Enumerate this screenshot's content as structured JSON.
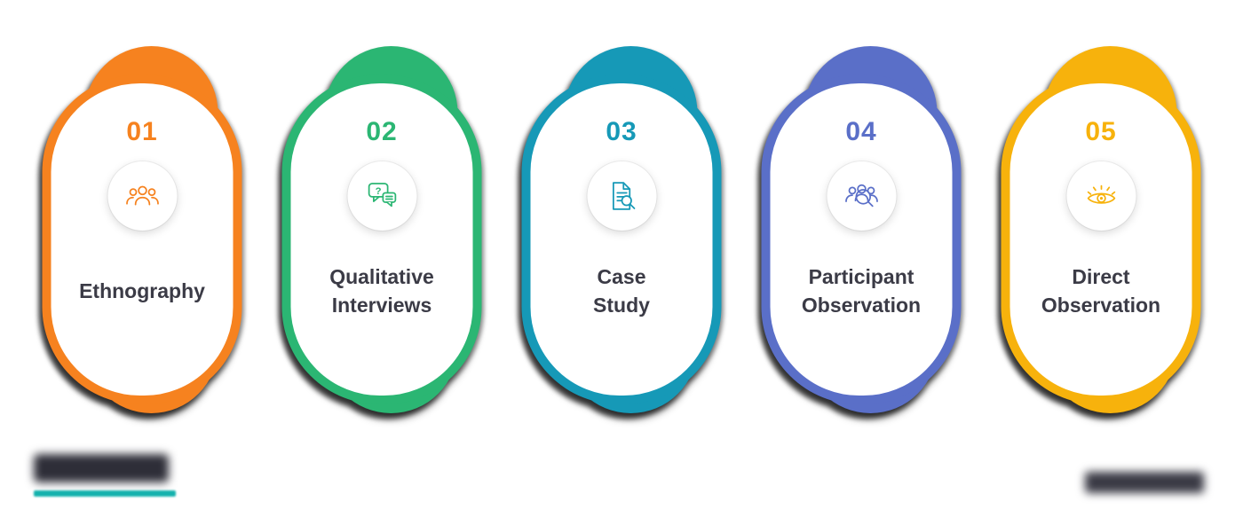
{
  "cards": [
    {
      "number": "01",
      "label": "Ethnography",
      "icon": "users-group-icon",
      "color": "#F6821F"
    },
    {
      "number": "02",
      "label": "Qualitative\nInterviews",
      "icon": "chat-question-icon",
      "color": "#2BB673"
    },
    {
      "number": "03",
      "label": "Case\nStudy",
      "icon": "document-search-icon",
      "color": "#1699B7"
    },
    {
      "number": "04",
      "label": "Participant\nObservation",
      "icon": "people-search-icon",
      "color": "#5A6FC8"
    },
    {
      "number": "05",
      "label": "Direct\nObservation",
      "icon": "eye-icon",
      "color": "#F7B20C"
    }
  ],
  "footer": {
    "logo_underline_color": "#15B2AD"
  }
}
